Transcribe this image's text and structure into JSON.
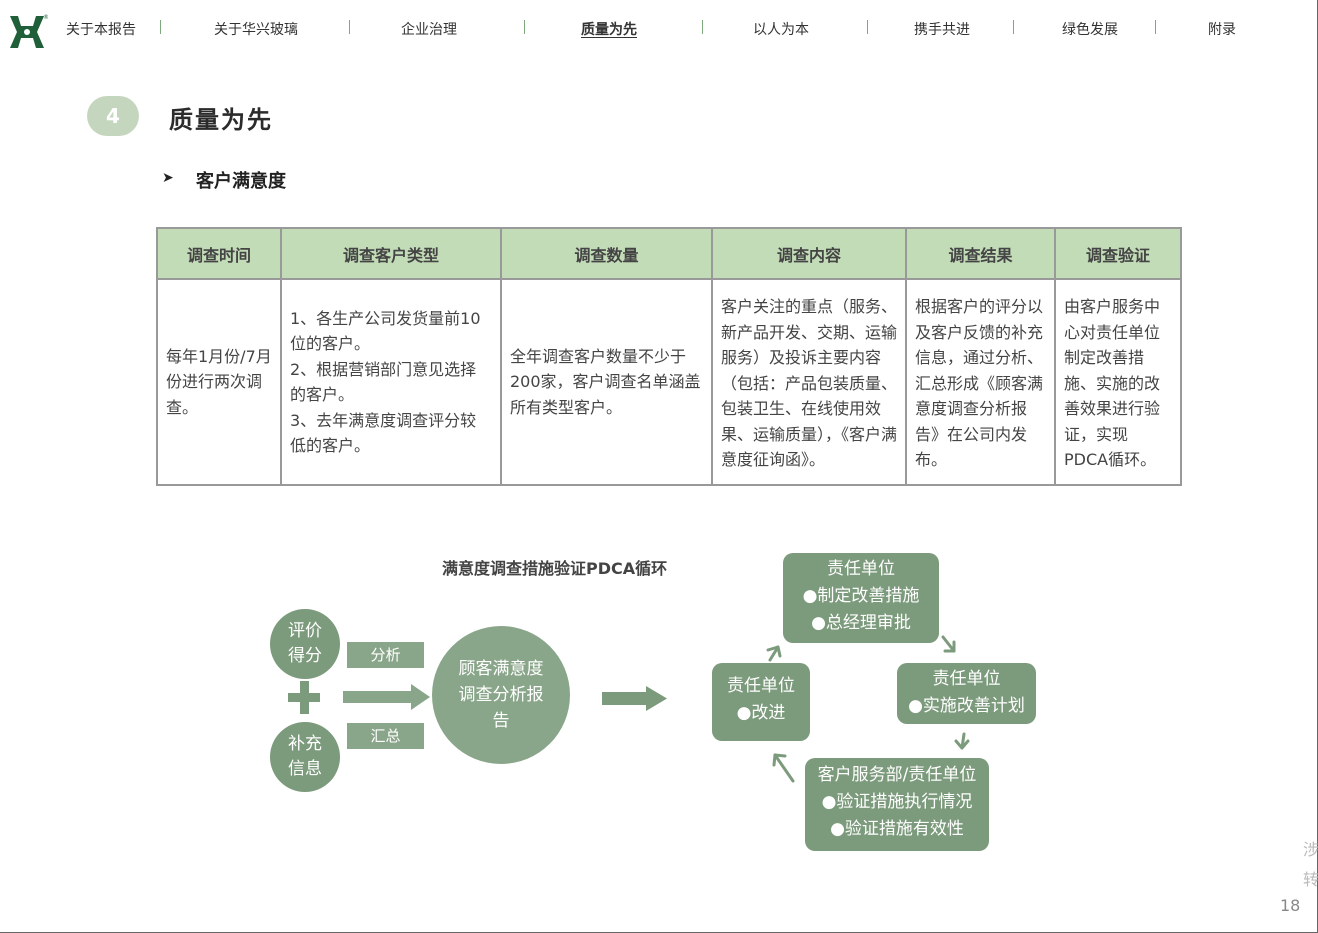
{
  "nav": {
    "items": [
      {
        "label": "关于本报告",
        "active": false
      },
      {
        "label": "关于华兴玻璃",
        "active": false
      },
      {
        "label": "企业治理",
        "active": false
      },
      {
        "label": "质量为先",
        "active": true
      },
      {
        "label": "以人为本",
        "active": false
      },
      {
        "label": "携手共进",
        "active": false
      },
      {
        "label": "绿色发展",
        "active": false
      },
      {
        "label": "附录",
        "active": false
      }
    ]
  },
  "section": {
    "number": "4",
    "title": "质量为先",
    "subtitle": "客户满意度"
  },
  "table": {
    "headers": [
      "调查时间",
      "调查客户类型",
      "调查数量",
      "调查内容",
      "调查结果",
      "调查验证"
    ],
    "row": [
      "每年1月份/7月份进行两次调查。",
      "1、各生产公司发货量前10位的客户。\n2、根据营销部门意见选择的客户。\n3、去年满意度调查评分较低的客户。",
      "全年调查客户数量不少于200家，客户调查名单涵盖所有类型客户。",
      "客户关注的重点（服务、新产品开发、交期、运输服务）及投诉主要内容（包括：产品包装质量、包装卫生、在线使用效果、运输质量），《客户满意度征询函》。",
      "根据客户的评分以及客户反馈的补充信息，通过分析、汇总形成《顾客满意度调查分析报告》在公司内发布。",
      "由客户服务中心对责任单位制定改善措施、实施的改善效果进行验证，实现PDCA循环。"
    ]
  },
  "diagram": {
    "title": "满意度调查措施验证PDCA循环",
    "circle_top": "评价\n得分",
    "circle_bottom": "补充\n信息",
    "tag_top": "分析",
    "tag_bottom": "汇总",
    "big_circle": "顾客满意度\n调查分析报\n告",
    "box_top": "责任单位\n●制定改善措施\n●总经理审批",
    "box_right": "责任单位\n●实施改善计划",
    "box_bottom": "客户服务部/责任单位\n●验证措施执行情况\n●验证措施有效性",
    "box_left": "责任单位\n●改进"
  },
  "side_text": [
    "涉",
    "转"
  ],
  "page_number": "18",
  "colors": {
    "green_dark": "#7c9a7c",
    "green_header": "#c3dcb8",
    "badge": "#c5d6bf",
    "logo": "#1f5f3a"
  }
}
